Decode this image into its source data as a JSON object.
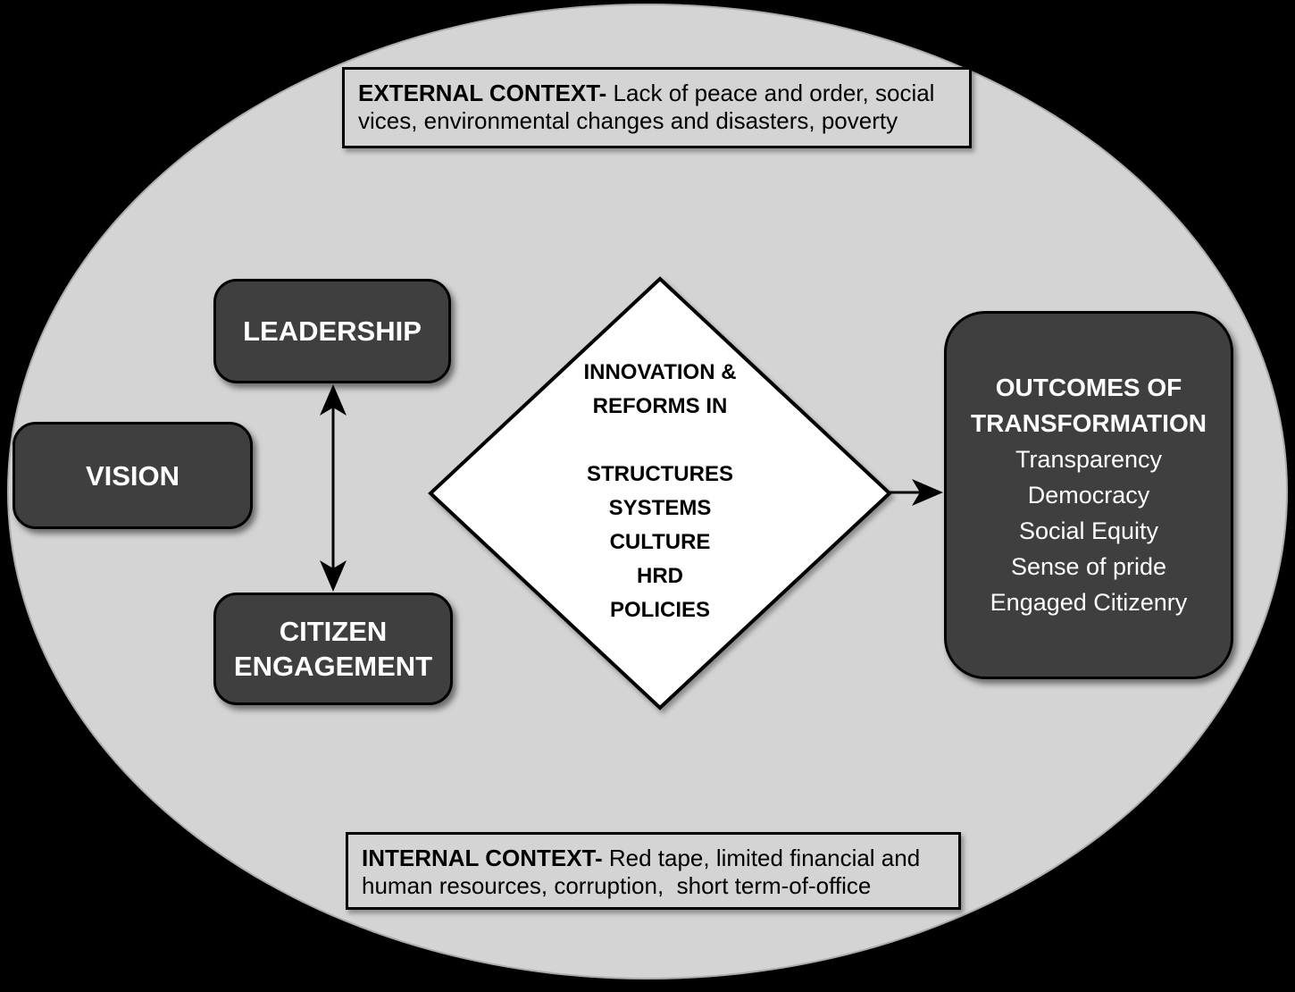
{
  "external_context": {
    "label": "EXTERNAL CONTEXT-",
    "text": " Lack of peace and order, social vices, environmental changes and disasters, poverty"
  },
  "internal_context": {
    "label": "INTERNAL CONTEXT-",
    "text": " Red tape, limited financial and human resources, corruption,  short term-of-office"
  },
  "nodes": {
    "vision": {
      "label": "VISION"
    },
    "leadership": {
      "label": "LEADERSHIP"
    },
    "citizen_engagement": {
      "label": "CITIZEN ENGAGEMENT"
    }
  },
  "diamond": {
    "heading": [
      "INNOVATION &",
      "REFORMS IN"
    ],
    "items": [
      "STRUCTURES",
      "SYSTEMS",
      "CULTURE",
      "HRD",
      "POLICIES"
    ]
  },
  "outcomes": {
    "title": [
      "OUTCOMES OF",
      "TRANSFORMATION"
    ],
    "items": [
      "Transparency",
      "Democracy",
      "Social Equity",
      "Sense of pride",
      "Engaged Citizenry"
    ]
  },
  "colors": {
    "background": "#000000",
    "ellipse": "#d4d4d4",
    "node_fill": "#3f3f3f",
    "node_text": "#ffffff",
    "diamond_fill": "#ffffff",
    "line": "#000000"
  }
}
